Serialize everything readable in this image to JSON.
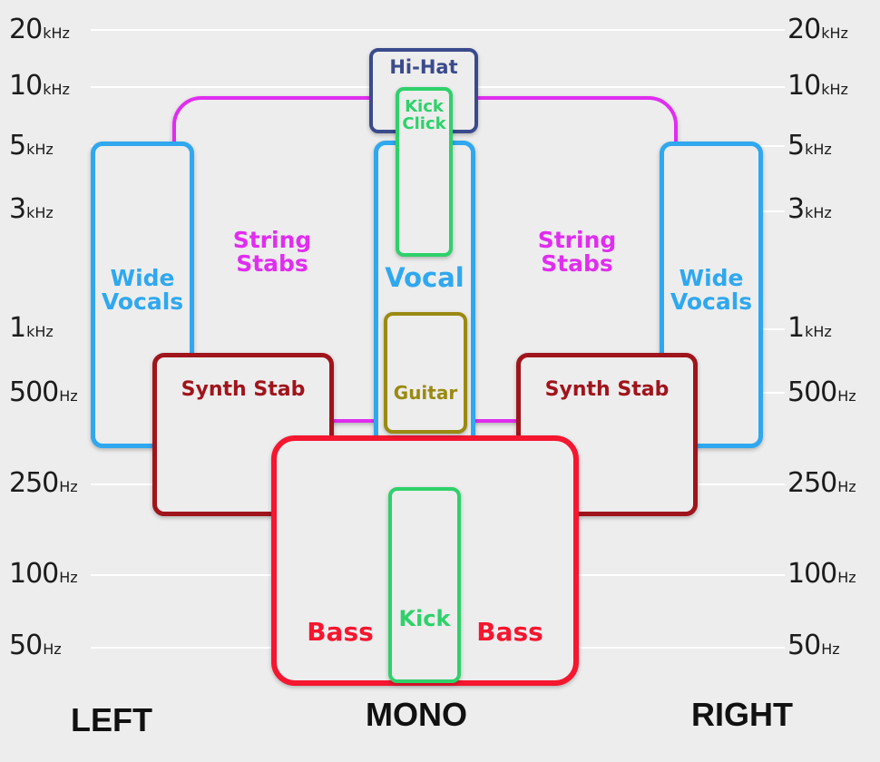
{
  "frequency_axis": {
    "labels": [
      {
        "value": "20",
        "unit": "kHz"
      },
      {
        "value": "10",
        "unit": "kHz"
      },
      {
        "value": "5",
        "unit": "kHz"
      },
      {
        "value": "3",
        "unit": "kHz"
      },
      {
        "value": "1",
        "unit": "kHz"
      },
      {
        "value": "500",
        "unit": "Hz"
      },
      {
        "value": "250",
        "unit": "Hz"
      },
      {
        "value": "100",
        "unit": "Hz"
      },
      {
        "value": "50",
        "unit": "Hz"
      }
    ]
  },
  "pan_labels": {
    "left": "LEFT",
    "mono": "MONO",
    "right": "RIGHT"
  },
  "instruments": {
    "hi_hat": "Hi-Hat",
    "kick_click": [
      "Kick",
      "Click"
    ],
    "vocal": "Vocal",
    "guitar": "Guitar",
    "string_stabs_left": [
      "String",
      "Stabs"
    ],
    "string_stabs_right": [
      "String",
      "Stabs"
    ],
    "wide_vocals_left": [
      "Wide",
      "Vocals"
    ],
    "wide_vocals_right": [
      "Wide",
      "Vocals"
    ],
    "synth_stab_left": "Synth Stab",
    "synth_stab_right": "Synth Stab",
    "bass_left": "Bass",
    "bass_right": "Bass",
    "kick": "Kick"
  },
  "colors": {
    "hi_hat": "#3a4a8c",
    "kick": "#2ed16a",
    "vocal": "#2fa8ef",
    "guitar": "#9a8a12",
    "string_stabs": "#e02df0",
    "synth_stab": "#a0141c",
    "bass": "#f5162f"
  }
}
